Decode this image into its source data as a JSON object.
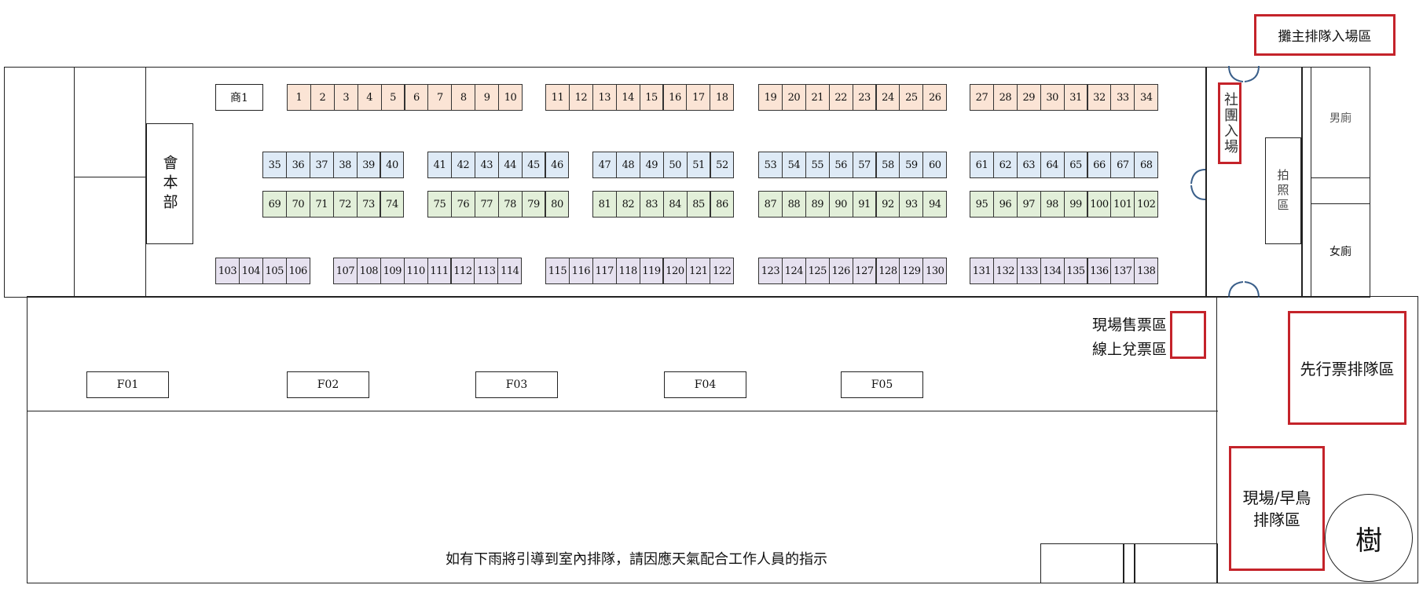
{
  "labels": {
    "vendor_queue": "攤主排隊入場區",
    "shop1": "商1",
    "hq": "會本部",
    "club_entry": "社團入場",
    "photo_area": "拍照區",
    "mens_restroom": "男廁",
    "womens_restroom": "女廁",
    "ticket_sale": "現場售票區",
    "online_redeem": "線上兌票區",
    "priority_queue": "先行票排隊區",
    "onsite_early_queue_1": "現場/早鳥",
    "onsite_early_queue_2": "排隊區",
    "tree": "樹",
    "rain_note": "如有下雨將引導到室內排隊，請因應天氣配合工作人員的指示"
  },
  "food_stalls": [
    "F01",
    "F02",
    "F03",
    "F04",
    "F05"
  ],
  "booth_rows": [
    {
      "name": "row-1",
      "color": "#fbe4d5",
      "groups": [
        [
          "1",
          "2",
          "3",
          "4",
          "5",
          "6",
          "7",
          "8",
          "9",
          "10"
        ],
        [
          "11",
          "12",
          "13",
          "14",
          "15",
          "16",
          "17",
          "18"
        ],
        [
          "19",
          "20",
          "21",
          "22",
          "23",
          "24",
          "25",
          "26"
        ],
        [
          "27",
          "28",
          "29",
          "30",
          "31",
          "32",
          "33",
          "34"
        ]
      ]
    },
    {
      "name": "row-2",
      "color": "#deeaf6",
      "groups": [
        [
          "35",
          "36",
          "37",
          "38",
          "39",
          "40"
        ],
        [
          "41",
          "42",
          "43",
          "44",
          "45",
          "46"
        ],
        [
          "47",
          "48",
          "49",
          "50",
          "51",
          "52"
        ],
        [
          "53",
          "54",
          "55",
          "56",
          "57",
          "58",
          "59",
          "60"
        ],
        [
          "61",
          "62",
          "63",
          "64",
          "65",
          "66",
          "67",
          "68"
        ]
      ]
    },
    {
      "name": "row-3",
      "color": "#e2efd9",
      "groups": [
        [
          "69",
          "70",
          "71",
          "72",
          "73",
          "74"
        ],
        [
          "75",
          "76",
          "77",
          "78",
          "79",
          "80"
        ],
        [
          "81",
          "82",
          "83",
          "84",
          "85",
          "86"
        ],
        [
          "87",
          "88",
          "89",
          "90",
          "91",
          "92",
          "93",
          "94"
        ],
        [
          "95",
          "96",
          "97",
          "98",
          "99",
          "100",
          "101",
          "102"
        ]
      ]
    },
    {
      "name": "row-4",
      "color": "#e6e1ef",
      "groups": [
        [
          "103",
          "104",
          "105",
          "106"
        ],
        [
          "107",
          "108",
          "109",
          "110",
          "111",
          "112",
          "113",
          "114"
        ],
        [
          "115",
          "116",
          "117",
          "118",
          "119",
          "120",
          "121",
          "122"
        ],
        [
          "123",
          "124",
          "125",
          "126",
          "127",
          "128",
          "129",
          "130"
        ],
        [
          "131",
          "132",
          "133",
          "134",
          "135",
          "136",
          "137",
          "138"
        ]
      ]
    }
  ],
  "colors": {
    "accent_red": "#c4232a",
    "door_blue": "#3a5f8a"
  }
}
